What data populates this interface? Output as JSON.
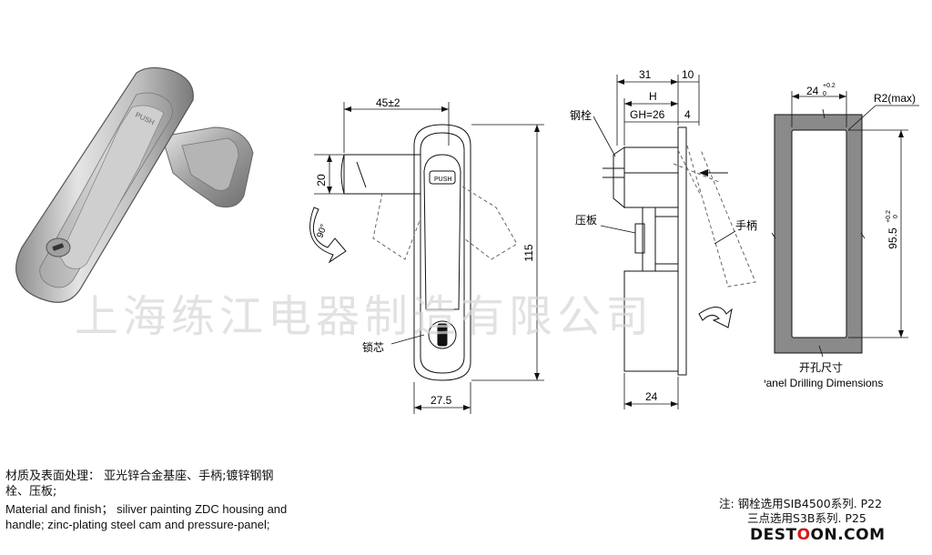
{
  "watermark": "上海练江电器制造有限公司",
  "front_view": {
    "push_label": "PUSH",
    "dim_width": "45±2",
    "dim_handle_height": "20",
    "dim_height": "115",
    "dim_base_width": "27.5",
    "rotation_angle": "90°",
    "label_lock_core": "锁芯"
  },
  "side_view": {
    "dim_31": "31",
    "dim_10": "10",
    "dim_h": "H",
    "dim_gh": "GH=26",
    "dim_4": "4",
    "dim_24": "24",
    "label_steel_bolt": "钢栓",
    "label_pressure_plate": "压板",
    "label_handle": "手柄"
  },
  "cutout_view": {
    "dim_width": "24",
    "dim_width_tol_upper": "+0.2",
    "dim_width_tol_lower": "0",
    "dim_height": "95.5",
    "dim_height_tol_upper": "+0.2",
    "dim_height_tol_lower": "0",
    "label_radius": "R2(max)",
    "caption_cn": "开孔尺寸",
    "caption_en": "Panel Drilling Dimensions"
  },
  "description": {
    "cn_line1": "材质及表面处理： 亚光锌合金基座、手柄;镀锌钢钢",
    "cn_line2": "栓、压板;",
    "en_line1": "Material and finish； siliver painting ZDC housing and",
    "en_line2": "handle;  zinc-plating steel cam and pressure-panel;"
  },
  "notes": {
    "line1": "注: 钢栓选用SIB4500系列. P22",
    "line2": "三点选用S3B系列. P25"
  },
  "logo": {
    "part1": "DEST",
    "part2": "O",
    "part3": "ON.COM"
  },
  "colors": {
    "logo_accent": "#d31b1b",
    "cutout_fill": "#8a8a8a",
    "product_metal": "#c8c8c8"
  }
}
